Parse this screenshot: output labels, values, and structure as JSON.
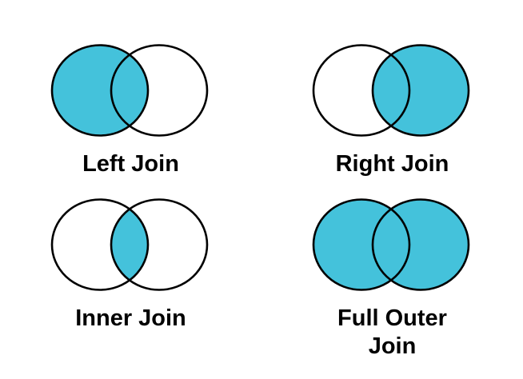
{
  "diagram": {
    "type": "venn-join-diagram",
    "background_color": "#FFFFFF"
  },
  "colors": {
    "shade_fill": "#44C2DB",
    "circle_outline": "#000000",
    "label_text": "#000000",
    "unshaded_fill": "#FFFFFF"
  },
  "panels": [
    {
      "id": "left-join",
      "label": "Left Join",
      "left_filled": true,
      "right_filled": false,
      "intersection_filled": true
    },
    {
      "id": "right-join",
      "label": "Right Join",
      "left_filled": false,
      "right_filled": true,
      "intersection_filled": true
    },
    {
      "id": "inner-join",
      "label": "Inner Join",
      "left_filled": false,
      "right_filled": false,
      "intersection_filled": true
    },
    {
      "id": "full-outer-join",
      "label": "Full Outer Join",
      "left_filled": true,
      "right_filled": true,
      "intersection_filled": true
    }
  ]
}
